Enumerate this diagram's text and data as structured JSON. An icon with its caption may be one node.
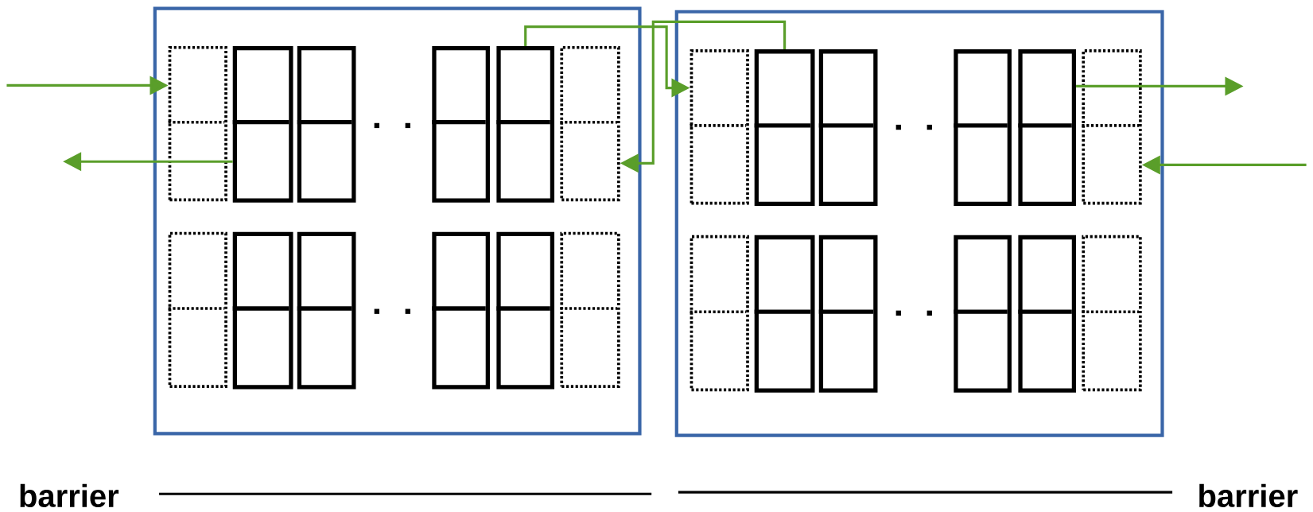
{
  "diagram": {
    "nodes": [
      {
        "text": [],
        "shape": "box"
      },
      {
        "text": [],
        "shape": "box",
        "in": 0
      },
      {
        "text": [],
        "shape": "box",
        "in": 0
      },
      {
        "text": [],
        "shape": "box",
        "in": 0
      },
      {
        "text": [],
        "shape": "box",
        "in": 0
      },
      {
        "text": [],
        "shape": "box",
        "in": 0
      },
      {
        "text": [],
        "shape": "box",
        "in": 0
      },
      {
        "text": [],
        "shape": "box",
        "in": 0
      },
      {
        "text": [],
        "shape": "box",
        "in": 0
      },
      {
        "text": [],
        "shape": "box",
        "in": 0
      },
      {
        "text": [],
        "shape": "box",
        "in": 0
      },
      {
        "text": [],
        "shape": "box",
        "in": 0
      },
      {
        "text": [],
        "shape": "box",
        "in": 0
      },
      {
        "text": [],
        "shape": "box"
      },
      {
        "text": [],
        "shape": "box",
        "in": 13
      },
      {
        "text": [],
        "shape": "box",
        "in": 13
      },
      {
        "text": [],
        "shape": "box",
        "in": 13
      },
      {
        "text": [],
        "shape": "box",
        "in": 13
      },
      {
        "text": [],
        "shape": "box",
        "in": 13
      },
      {
        "text": [],
        "shape": "box",
        "in": 13
      },
      {
        "text": [],
        "shape": "box",
        "in": 13
      },
      {
        "text": [],
        "shape": "box",
        "in": 13
      },
      {
        "text": [],
        "shape": "box",
        "in": 13
      },
      {
        "text": [],
        "shape": "box",
        "in": 13
      },
      {
        "text": [],
        "shape": "box",
        "in": 13
      },
      {
        "text": [],
        "shape": "box",
        "in": 13
      }
    ],
    "edges": [
      {
        "from": null,
        "to": 1,
        "arrow": "to"
      },
      {
        "from": 2,
        "to": null,
        "arrow": "to"
      },
      {
        "from": 5,
        "to": 14,
        "arrow": "to"
      },
      {
        "from": 15,
        "to": 6,
        "arrow": "to"
      },
      {
        "from": 18,
        "to": null,
        "arrow": "to"
      },
      {
        "from": null,
        "to": 19,
        "arrow": "to"
      }
    ],
    "labels": [
      "barrier",
      "barrier"
    ]
  }
}
